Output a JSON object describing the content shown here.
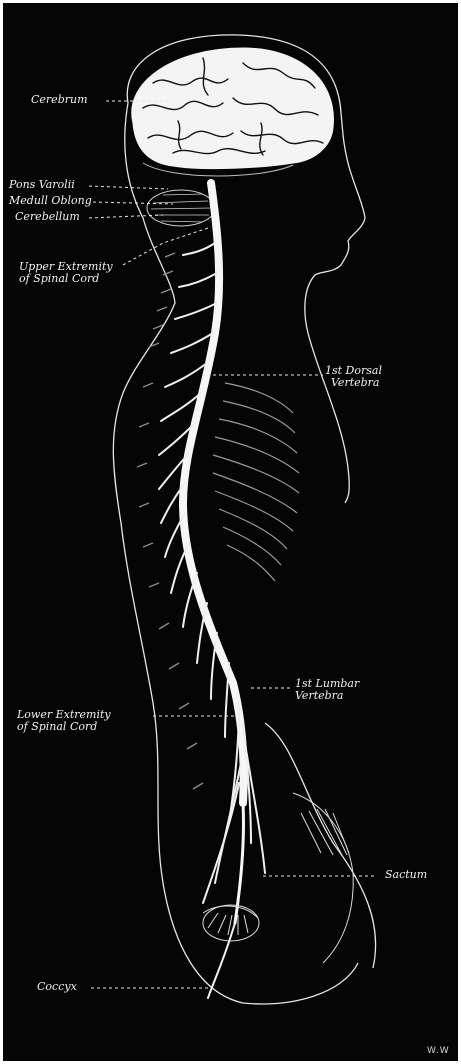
{
  "labels": {
    "cerebrum": "Cerebrum",
    "pons": "Pons Varolii",
    "medulla": "Medull Oblong",
    "cerebellum": "Cerebellum",
    "upper_cord": [
      "Upper Extremity",
      "of Spinal Cord"
    ],
    "dorsal": [
      "1st Dorsal",
      "Vertebra"
    ],
    "lumbar": [
      "1st Lumbar",
      "Vertebra"
    ],
    "lower_cord": [
      "Lower Extremity",
      "of Spinal Cord"
    ],
    "sacrum": "Sactum",
    "coccyx": "Coccyx"
  },
  "signature": "W.W",
  "colors": {
    "background": "#050505",
    "ink": "#f2f2f2"
  }
}
